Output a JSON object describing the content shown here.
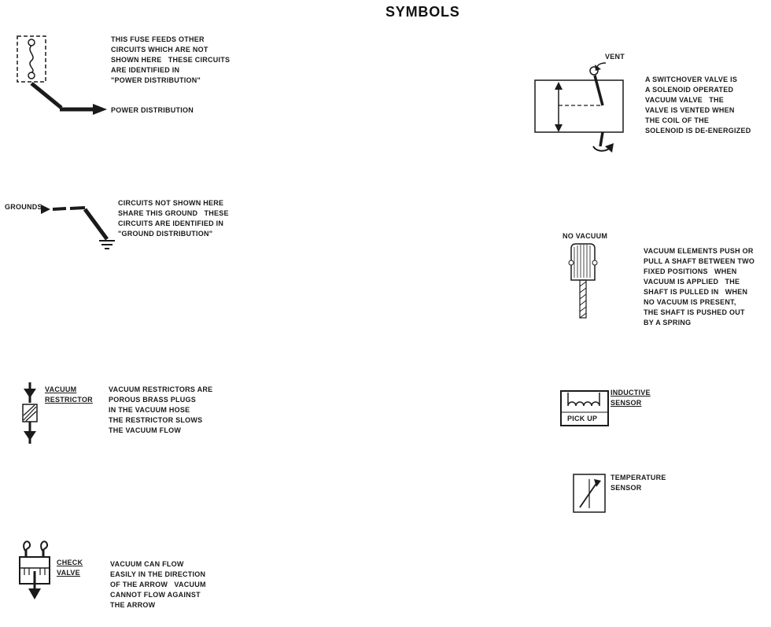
{
  "page": {
    "title": "SYMBOLS",
    "ink_color": "#1a1a1a",
    "background_color": "#ffffff"
  },
  "legends": {
    "fuse": {
      "arrow_label": "POWER DISTRIBUTION",
      "description": "THIS FUSE FEEDS OTHER\nCIRCUITS WHICH ARE NOT\nSHOWN HERE   THESE CIRCUITS\nARE IDENTIFIED IN\n\"POWER DISTRIBUTION\""
    },
    "grounds": {
      "label": "GROUNDS",
      "description": "CIRCUITS NOT SHOWN HERE\nSHARE THIS GROUND   THESE\nCIRCUITS ARE IDENTIFIED IN\n\"GROUND DISTRIBUTION\""
    },
    "vacuum_restrictor": {
      "label": "VACUUM\nRESTRICTOR",
      "description": "VACUUM RESTRICTORS ARE\nPOROUS BRASS PLUGS\nIN THE VACUUM HOSE\nTHE RESTRICTOR SLOWS\nTHE VACUUM FLOW"
    },
    "check_valve": {
      "label": "CHECK\nVALVE",
      "description": "VACUUM CAN FLOW\nEASILY IN THE DIRECTION\nOF THE ARROW   VACUUM\nCANNOT FLOW AGAINST\nTHE ARROW"
    },
    "switchover_valve": {
      "vent_label": "VENT",
      "description": "A SWITCHOVER VALVE IS\nA SOLENOID OPERATED\nVACUUM VALVE   THE\nVALVE IS VENTED WHEN\nTHE COIL OF THE\nSOLENOID IS DE-ENERGIZED"
    },
    "vacuum_element": {
      "label": "NO VACUUM",
      "description": "VACUUM ELEMENTS PUSH OR\nPULL A SHAFT BETWEEN TWO\nFIXED POSITIONS   WHEN\nVACUUM IS APPLIED   THE\nSHAFT IS PULLED IN   WHEN\nNO VACUUM IS PRESENT,\nTHE SHAFT IS PUSHED OUT\nBY A SPRING"
    },
    "inductive_sensor": {
      "label": "INDUCTIVE\nSENSOR",
      "pick_up_label": "PICK UP"
    },
    "temperature_sensor": {
      "label": "TEMPERATURE\nSENSOR"
    }
  }
}
